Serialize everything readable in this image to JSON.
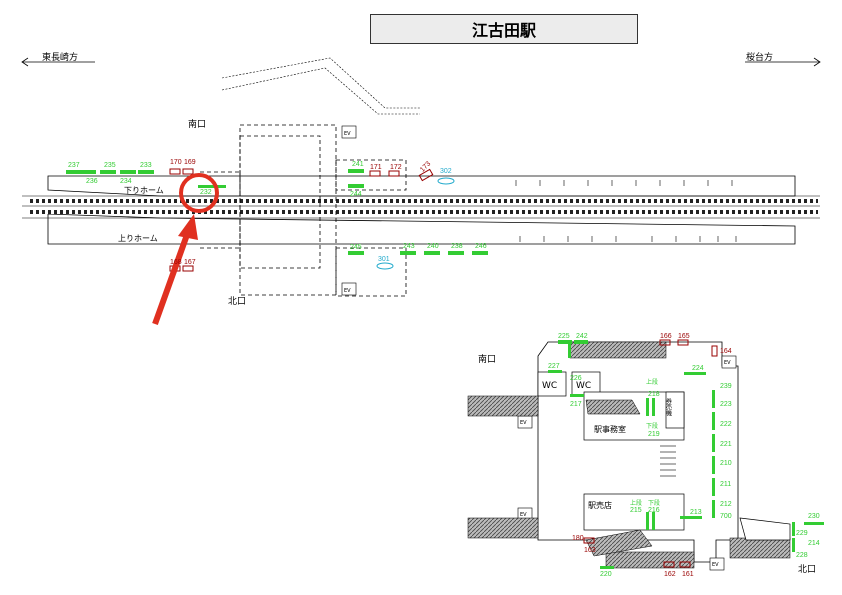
{
  "map": {
    "title": "江古田駅",
    "directions": {
      "left": "東長崎方",
      "right": "桜台方"
    },
    "top_plan": {
      "south_exit": "南口",
      "north_exit": "北口",
      "down_platform": "下りホーム",
      "up_platform": "上りホーム",
      "ev": "EV"
    },
    "bottom_plan": {
      "south_exit": "南口",
      "north_exit": "北口",
      "wc": "WC",
      "office": "駅事務室",
      "shop": "駅売店",
      "ticket_machines": "券売機",
      "up": "上段",
      "down": "下段",
      "ev": "EV"
    },
    "colors": {
      "green": "#33cc33",
      "red": "#990000",
      "cyan": "#22aacc",
      "highlight": "#e03020"
    },
    "labels_top": {
      "l237": "237",
      "l236": "236",
      "l235": "235",
      "l234": "234",
      "l233": "233",
      "l170": "170",
      "l169": "169",
      "l232": "232",
      "l241": "241",
      "l171": "171",
      "l172": "172",
      "l173": "173",
      "l302": "302",
      "l244": "244",
      "l245": "245",
      "l301": "301",
      "l243": "243",
      "l240": "240",
      "l238": "238",
      "l246": "246",
      "l168": "168",
      "l167": "167"
    },
    "labels_bottom": {
      "b225": "225",
      "b242": "242",
      "b166": "166",
      "b165": "165",
      "b164": "164",
      "b227": "227",
      "b226": "226",
      "b217": "217",
      "b224": "224",
      "b218": "218",
      "b219": "219",
      "b239": "239",
      "b223": "223",
      "b222": "222",
      "b221": "221",
      "b210": "210",
      "b211": "211",
      "b212": "212",
      "b700": "700",
      "b215": "215",
      "b216": "216",
      "b213": "213",
      "b180": "180",
      "b163": "163",
      "b220": "220",
      "b162": "162",
      "b161": "161",
      "b230": "230",
      "b229": "229",
      "b214": "214",
      "b228": "228"
    }
  }
}
